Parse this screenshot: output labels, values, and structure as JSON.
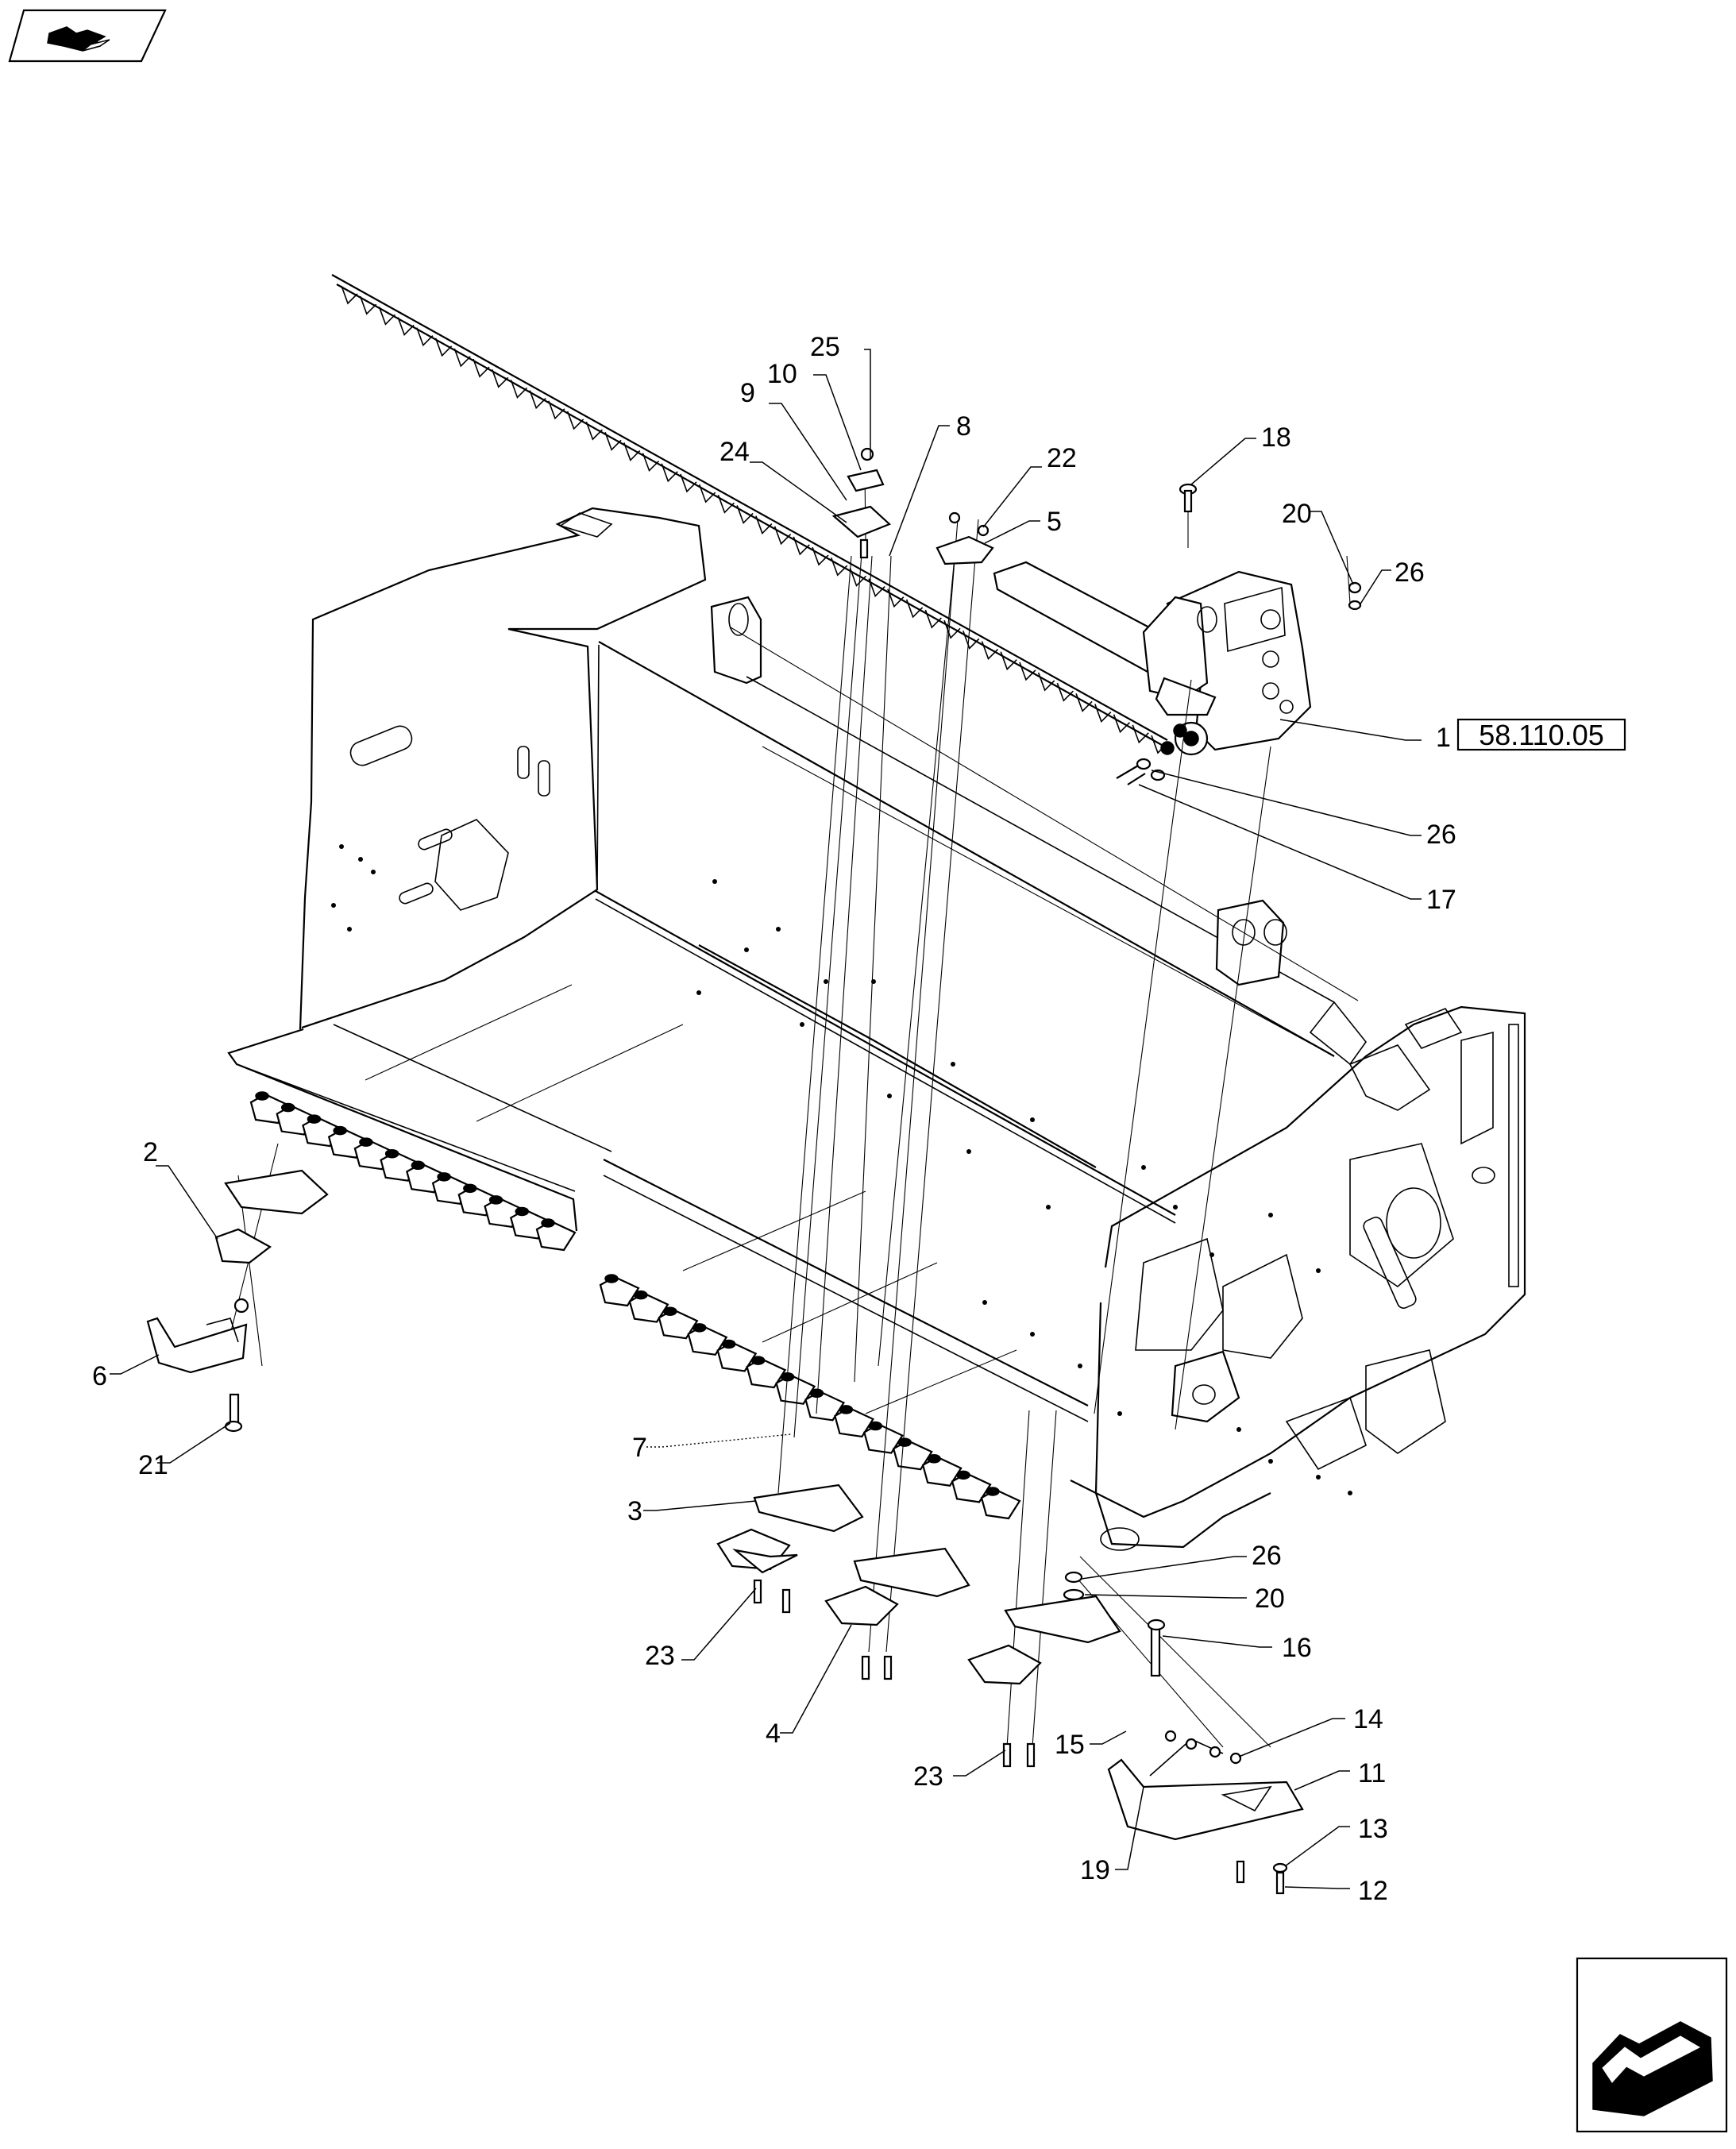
{
  "callouts": {
    "c1": "1",
    "c2": "2",
    "c3": "3",
    "c4": "4",
    "c5": "5",
    "c6": "6",
    "c7": "7",
    "c8": "8",
    "c9": "9",
    "c10": "10",
    "c11": "11",
    "c12": "12",
    "c13": "13",
    "c14": "14",
    "c15": "15",
    "c16": "16",
    "c17": "17",
    "c18": "18",
    "c20a": "20",
    "c20b": "20",
    "c19": "19",
    "c21": "21",
    "c22": "22",
    "c23a": "23",
    "c23b": "23",
    "c24": "24",
    "c25": "25",
    "c26a": "26",
    "c26b": "26",
    "c26c": "26"
  },
  "reference": "58.110.05",
  "icons": {
    "top_left": "section-navigation-icon",
    "bottom_right": "previous-page-arrow-icon"
  }
}
